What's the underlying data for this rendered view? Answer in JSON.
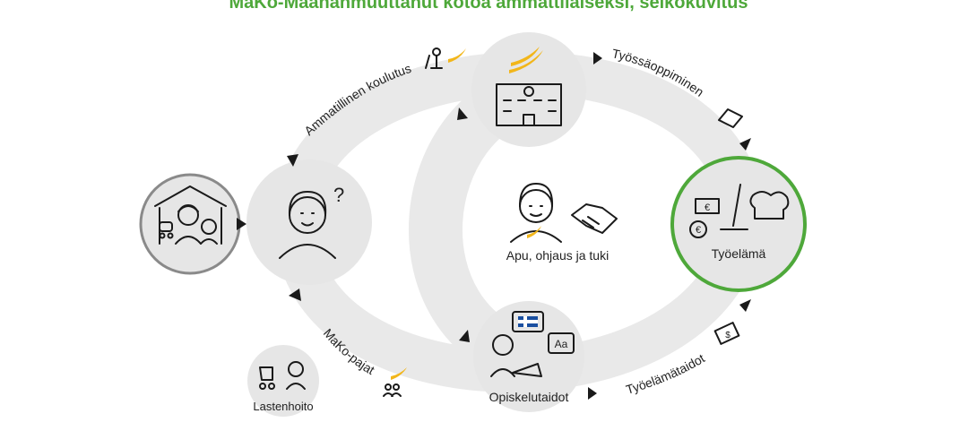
{
  "title": "MaKo-Maahanmuuttanut kotoa ammattilaiseksi, selkokuvitus",
  "center": {
    "label": "Apu, ohjaus ja tuki"
  },
  "paths": {
    "vocational": "Ammatillinen koulutus",
    "apprenticeship": "Työssäoppiminen",
    "workshops": "MaKo-pajat",
    "worklife_skills": "Työelämätaidot"
  },
  "nodes": {
    "study_skills": "Opiskelutaidot",
    "childcare": "Lastenhoito",
    "worklife": "Työelämä"
  },
  "glyphs": {
    "question": "?",
    "letters": "Aa",
    "euro": "€",
    "dollar": "$"
  },
  "colors": {
    "accent_green": "#4ea83a",
    "track_gray": "#e9e9e9",
    "wing_yellow": "#f2b61a"
  }
}
